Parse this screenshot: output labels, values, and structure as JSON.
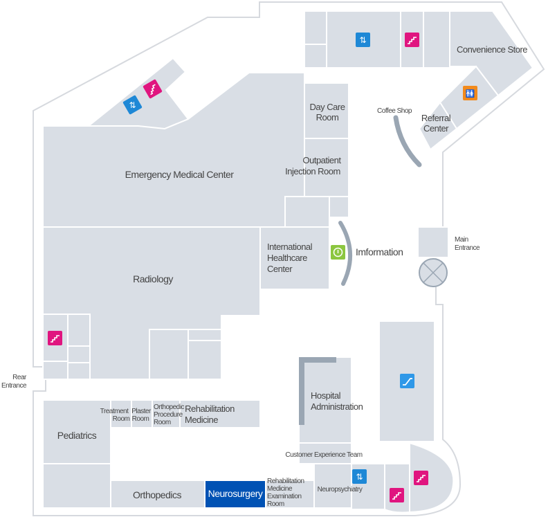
{
  "rooms": {
    "convenience_store": "Convenience Store",
    "coffee_shop": "Coffee Shop",
    "referral_center": [
      "Referral",
      "Center"
    ],
    "day_care_room": [
      "Day Care",
      "Room"
    ],
    "outpatient_injection_room": [
      "Outpatient",
      "Injection Room"
    ],
    "emergency_medical_center": "Emergency Medical Center",
    "international_healthcare_center": [
      "International",
      "Healthcare",
      "Center"
    ],
    "information": "Imformation",
    "radiology": "Radiology",
    "hospital_administration": [
      "Hospital",
      "Administration"
    ],
    "customer_experience_team": "Customer Experience Team",
    "treatment_room": [
      "Treatment",
      "Room"
    ],
    "plaster_room": [
      "Plaster",
      "Room"
    ],
    "orthopedic_procedure_room": [
      "Orthopedic",
      "Procedure",
      "Room"
    ],
    "rehabilitation_medicine": [
      "Rehabilitation",
      "Medicine"
    ],
    "pediatrics": "Pediatrics",
    "orthopedics": "Orthopedics",
    "neurosurgery": "Neurosurgery",
    "rehab_exam_room": [
      "Rehabilitation",
      "Medicine",
      "Examination",
      "Room"
    ],
    "neuropsychiatry": "Neuropsychiatry"
  },
  "entrances": {
    "main": [
      "Main",
      "Entrance"
    ],
    "rear": [
      "Rear",
      "Entrance"
    ]
  },
  "selected_room": "neurosurgery",
  "colors": {
    "room_fill": "#d9dee5",
    "selected": "#0052b4",
    "elevator_icon": "#1e88d6",
    "stairs_icon": "#e0157f",
    "restroom_icon": "#f28a1c",
    "info_icon": "#8cc63f",
    "escalator_icon": "#2f98e8"
  },
  "icons": [
    "elevator-icon",
    "stairs-icon",
    "restroom-icon",
    "info-icon",
    "escalator-icon",
    "revolving-door-icon"
  ]
}
